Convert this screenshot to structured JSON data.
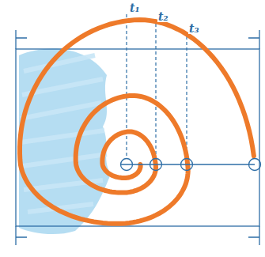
{
  "diagram": {
    "labels": [
      "t₁",
      "t₂",
      "t₃"
    ]
  }
}
